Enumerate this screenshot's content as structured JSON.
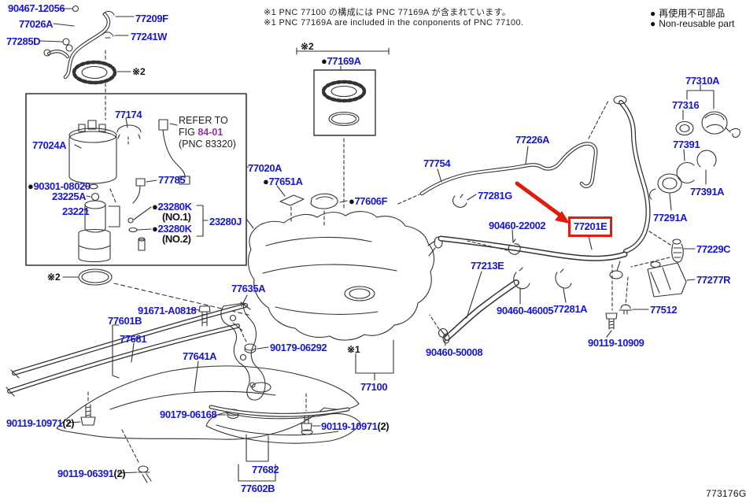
{
  "header": {
    "note_jp": "※1 PNC 77100 の構成には PNC 77169A が含まれています。",
    "note_en": "※1 PNC 77169A are included in the conponents of PNC 77100.",
    "legend": {
      "bullet": "●",
      "jp": "再使用不可部品",
      "en": "Non-reusable part"
    }
  },
  "figure_code": "773176G",
  "highlight": {
    "part": "77201E",
    "box_color": "#e11b0e",
    "arrow_color": "#e11b0e"
  },
  "colors": {
    "part_label_blue": "#1717cf",
    "text_black": "#111111",
    "fig_link_purple": "#9333a8",
    "line_art": "#333333"
  },
  "refer_to": {
    "line1": "REFER TO",
    "fig_word": "FIG ",
    "fig_ref": "84-01",
    "pnc": "(PNC 83320)"
  },
  "markers": {
    "top_ring": "※2",
    "lockring_box": "※2",
    "pump_oring": "※2",
    "tank": "※1"
  },
  "labels": {
    "p90467_12056": {
      "text": "90467-12056"
    },
    "p77026a": {
      "text": "77026A"
    },
    "p77209f": {
      "text": "77209F"
    },
    "p77285d": {
      "text": "77285D"
    },
    "p77241w": {
      "text": "77241W"
    },
    "p77169a": {
      "bullet": "●",
      "text": "77169A"
    },
    "p77310a": {
      "text": "77310A"
    },
    "p77316": {
      "text": "77316"
    },
    "p77391": {
      "text": "77391"
    },
    "p77391a": {
      "text": "77391A"
    },
    "p77291a": {
      "text": "77291A"
    },
    "p77226a": {
      "text": "77226A"
    },
    "p77754": {
      "text": "77754"
    },
    "p77281g": {
      "text": "77281G"
    },
    "p77201e": {
      "text": "77201E"
    },
    "p90460_22002": {
      "text": "90460-22002"
    },
    "p77213e": {
      "text": "77213E"
    },
    "p90460_46005": {
      "text": "90460-46005"
    },
    "p77281a": {
      "text": "77281A"
    },
    "p90460_50008": {
      "text": "90460-50008"
    },
    "p90119_10909": {
      "text": "90119-10909"
    },
    "p77229c": {
      "text": "77229C"
    },
    "p77277r": {
      "text": "77277R"
    },
    "p77512": {
      "text": "77512"
    },
    "p77020a": {
      "text": "77020A"
    },
    "p77651a": {
      "bullet": "●",
      "text": "77651A"
    },
    "p77606f": {
      "bullet": "●",
      "text": "77606F"
    },
    "p77024a": {
      "text": "77024A"
    },
    "p77174": {
      "text": "77174"
    },
    "p90301_08020": {
      "bullet": "●",
      "text": "90301-08020"
    },
    "p23225a": {
      "text": "23225A"
    },
    "p23221": {
      "text": "23221"
    },
    "p23280k1": {
      "bullet": "●",
      "text": "23280K",
      "note": "(NO.1)"
    },
    "p23280k2": {
      "bullet": "●",
      "text": "23280K",
      "note": "(NO.2)"
    },
    "p23280j": {
      "text": "23280J"
    },
    "p77785": {
      "text": "77785"
    },
    "p77100": {
      "text": "77100"
    },
    "p77635a": {
      "text": "77635A"
    },
    "p91671_a0818": {
      "text": "91671-A0818"
    },
    "p77601b": {
      "text": "77601B"
    },
    "p77681": {
      "text": "77681"
    },
    "p77641a": {
      "text": "77641A"
    },
    "p90179_06292": {
      "text": "90179-06292"
    },
    "p90119_10971l": {
      "text": "90119-10971",
      "suffix": "(2)"
    },
    "p90119_06391": {
      "text": "90119-06391",
      "suffix": "(2)"
    },
    "p90179_06168": {
      "text": "90179-06168"
    },
    "p90119_10971r": {
      "text": "90119-10971",
      "suffix": "(2)"
    },
    "p77682": {
      "text": "77682"
    },
    "p77602b": {
      "text": "77602B"
    }
  }
}
